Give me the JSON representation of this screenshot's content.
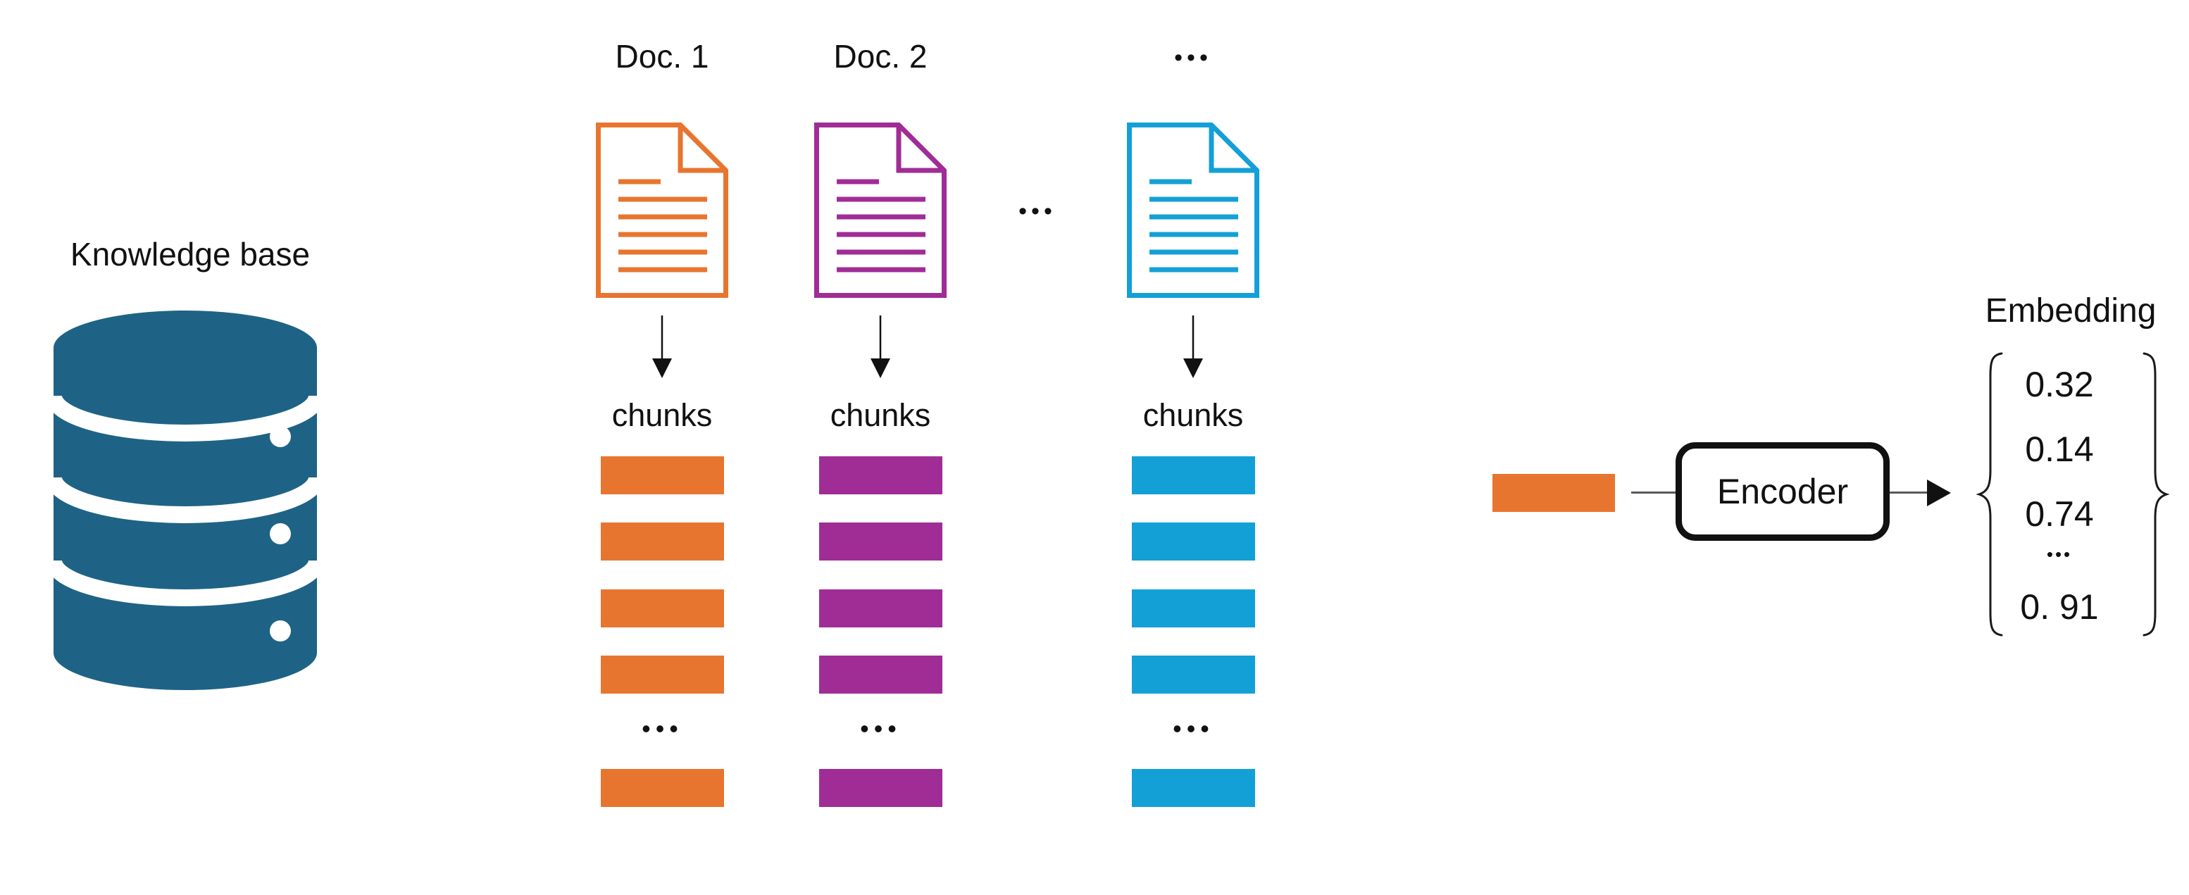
{
  "canvas": {
    "background": "#ffffff"
  },
  "knowledge_base": {
    "label": "Knowledge base",
    "color": "#1E6385"
  },
  "columns": [
    {
      "doc_label": "Doc. 1",
      "color": "#E8752F"
    },
    {
      "doc_label": "Doc. 2",
      "color": "#A02C96"
    },
    {
      "doc_label": "•••",
      "color": "#13A0D7"
    }
  ],
  "chunks_label": "chunks",
  "ellipsis": "•••",
  "encoder": {
    "label": "Encoder",
    "input_chunk_color": "#E8752F",
    "border_color": "#111111"
  },
  "embedding": {
    "title": "Embedding",
    "values": [
      "0.32",
      "0.14",
      "0.74",
      "•••",
      "0. 91"
    ]
  }
}
